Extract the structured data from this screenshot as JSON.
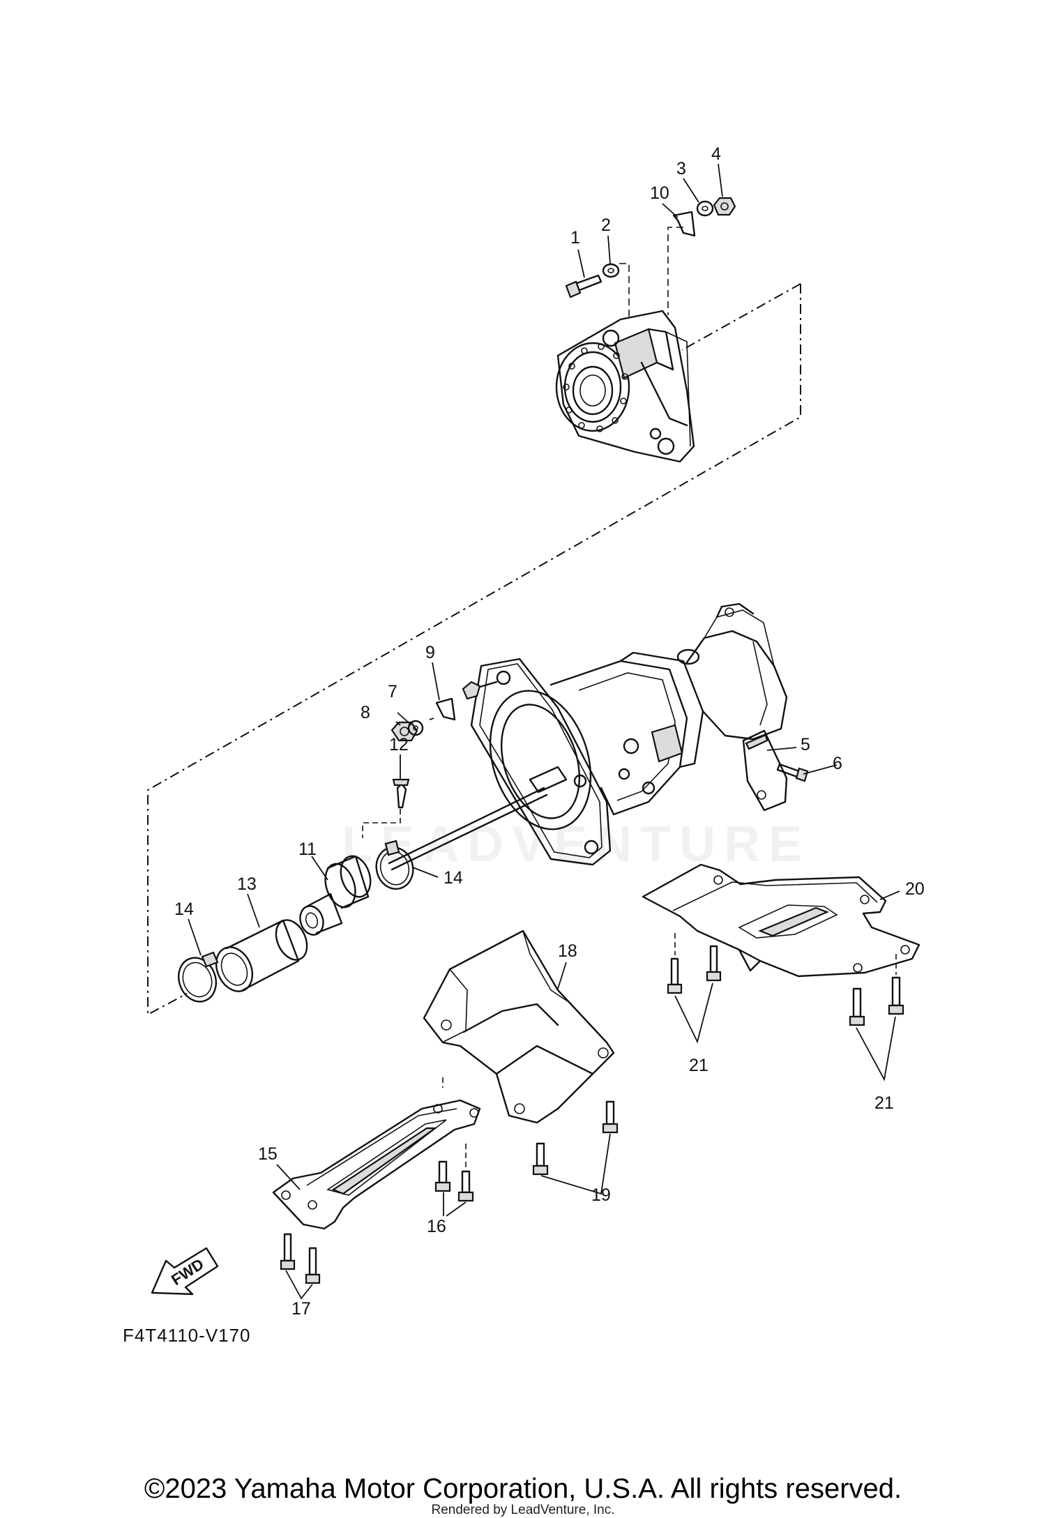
{
  "watermark": "LEADVENTURE",
  "fwd_label": "FWD",
  "diagram_code": "F4T4110-V170",
  "copyright": "©2023 Yamaha Motor Corporation, U.S.A. All rights reserved.",
  "rendered_by": "Rendered by LeadVenture, Inc.",
  "callouts": {
    "c1": "1",
    "c2": "2",
    "c3": "3",
    "c4": "4",
    "c5": "5",
    "c6": "6",
    "c7": "7",
    "c8": "8",
    "c9": "9",
    "c10": "10",
    "c11": "11",
    "c12": "12",
    "c13": "13",
    "c14a": "14",
    "c14b": "14",
    "c15": "15",
    "c16": "16",
    "c17": "17",
    "c18": "18",
    "c19": "19",
    "c20": "20",
    "c21a": "21",
    "c21b": "21"
  }
}
